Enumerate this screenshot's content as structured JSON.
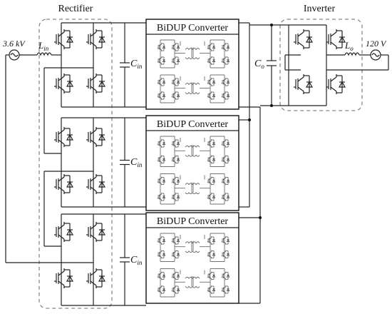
{
  "diagram": {
    "rectifier_label": "Rectifier",
    "inverter_label": "Inverter",
    "source_left_label": "3.6 kV",
    "source_right_label": "120 V",
    "inductor_in_label": "L",
    "inductor_in_sub": "in",
    "inductor_out_label": "L",
    "inductor_out_sub": "o",
    "cap_in_label": "C",
    "cap_in_sub": "in",
    "cap_out_label": "C",
    "cap_out_sub": "o",
    "converter_title": "BiDUP Converter"
  }
}
